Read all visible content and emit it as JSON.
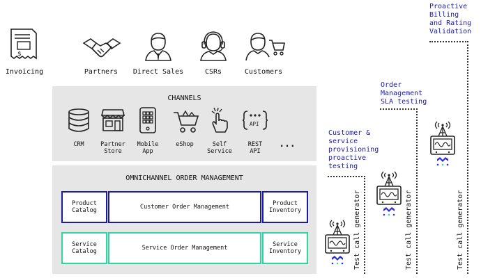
{
  "personas": [
    {
      "label": "Invoicing",
      "icon": "invoice-icon"
    },
    {
      "label": "Partners",
      "icon": "handshake-icon"
    },
    {
      "label": "Direct Sales",
      "icon": "salesperson-icon"
    },
    {
      "label": "CSRs",
      "icon": "headset-agent-icon"
    },
    {
      "label": "Customers",
      "icon": "shopping-cart-customer-icon"
    }
  ],
  "channels": {
    "title": "CHANNELS",
    "items": [
      {
        "label": "CRM",
        "icon": "database-icon"
      },
      {
        "label": "Partner\nStore",
        "icon": "storefront-icon"
      },
      {
        "label": "Mobile\nApp",
        "icon": "mobile-phone-icon"
      },
      {
        "label": "eShop",
        "icon": "shopping-cart-icon"
      },
      {
        "label": "Self\nService",
        "icon": "touch-hand-icon"
      },
      {
        "label": "REST\nAPI",
        "icon": "api-icon",
        "icon_text": "API"
      }
    ],
    "more": "..."
  },
  "omnichannel": {
    "title": "OMNICHANNEL ORDER MANAGEMENT",
    "row1": [
      "Product\nCatalog",
      "Customer Order Management",
      "Product\nInventory"
    ],
    "row2": [
      "Service\nCatalog",
      "Service Order Management",
      "Service\nInventory"
    ]
  },
  "testing": [
    {
      "title": "Customer &\nservice\nprovisioning\nproactive\ntesting",
      "generator": "Test call generator"
    },
    {
      "title": "Order\nManagement\nSLA testing",
      "generator": "Test call generator"
    },
    {
      "title": "Proactive\nBilling\nand Rating\nValidation",
      "generator": "Test call generator"
    }
  ],
  "colors": {
    "accent_blue": "#1a1aa6",
    "accent_green": "#2fd6a2",
    "panel_gray": "#e6e6e6",
    "logo_blue": "#2d2dd1",
    "logo_green": "#2fd6a2"
  }
}
